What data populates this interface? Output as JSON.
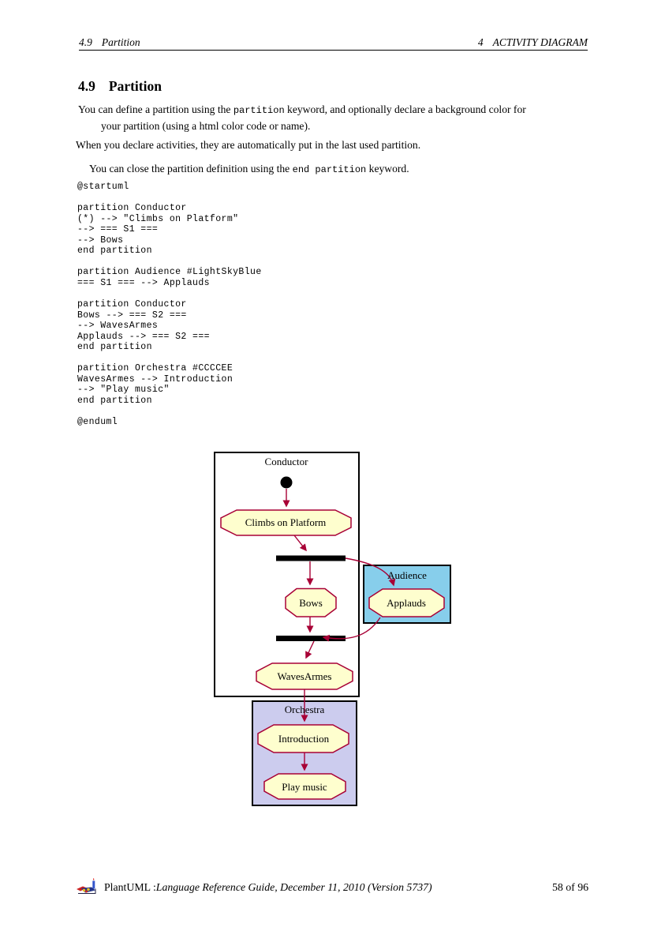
{
  "header": {
    "left_number": "4.9",
    "left_title": "Partition",
    "right_number": "4",
    "right_title": "ACTIVITY DIAGRAM"
  },
  "section": {
    "number": "4.9",
    "title": "Partition"
  },
  "paragraphs": {
    "p1_before": "You can define a partition using the ",
    "p1_code": "partition",
    "p1_after": " keyword, and optionally declare a background color for",
    "p1_line2": "your partition (using a html color code or name).",
    "p2": "When you declare activities, they are automatically put in the last used partition.",
    "p3_before": "You can close the partition definition using the ",
    "p3_code": "end partition",
    "p3_after": " keyword."
  },
  "code": {
    "lines": [
      "@startuml",
      "",
      "partition Conductor",
      "(*) --> \"Climbs on Platform\"",
      "--> === S1 ===",
      "--> Bows",
      "end partition",
      "",
      "partition Audience #LightSkyBlue",
      "=== S1 === --> Applauds",
      "",
      "partition Conductor",
      "Bows --> === S2 ===",
      "--> WavesArmes",
      "Applauds --> === S2 ===",
      "end partition",
      "",
      "partition Orchestra #CCCCEE",
      "WavesArmes --> Introduction",
      "--> \"Play music\"",
      "end partition",
      "",
      "@enduml"
    ]
  },
  "diagram": {
    "type": "uml-activity",
    "partitions": {
      "conductor": {
        "label": "Conductor",
        "fill": "#FFFFFF"
      },
      "audience": {
        "label": "Audience",
        "fill": "#87CEEB"
      },
      "orchestra": {
        "label": "Orchestra",
        "fill": "#CCCCEE"
      }
    },
    "nodes": {
      "climbs": "Climbs on Platform",
      "bows": "Bows",
      "waves": "WavesArmes",
      "applauds": "Applauds",
      "introduction": "Introduction",
      "play": "Play music"
    },
    "colors": {
      "node_fill": "#FEFECE",
      "node_border": "#A80036",
      "arrow": "#A80036",
      "sync_bar": "#000000",
      "start": "#000000",
      "partition_border": "#000000"
    }
  },
  "footer": {
    "brand": "PlantUML : ",
    "doc": "Language Reference Guide, December 11, 2010 (Version 5737)",
    "page": "58 of 96"
  }
}
